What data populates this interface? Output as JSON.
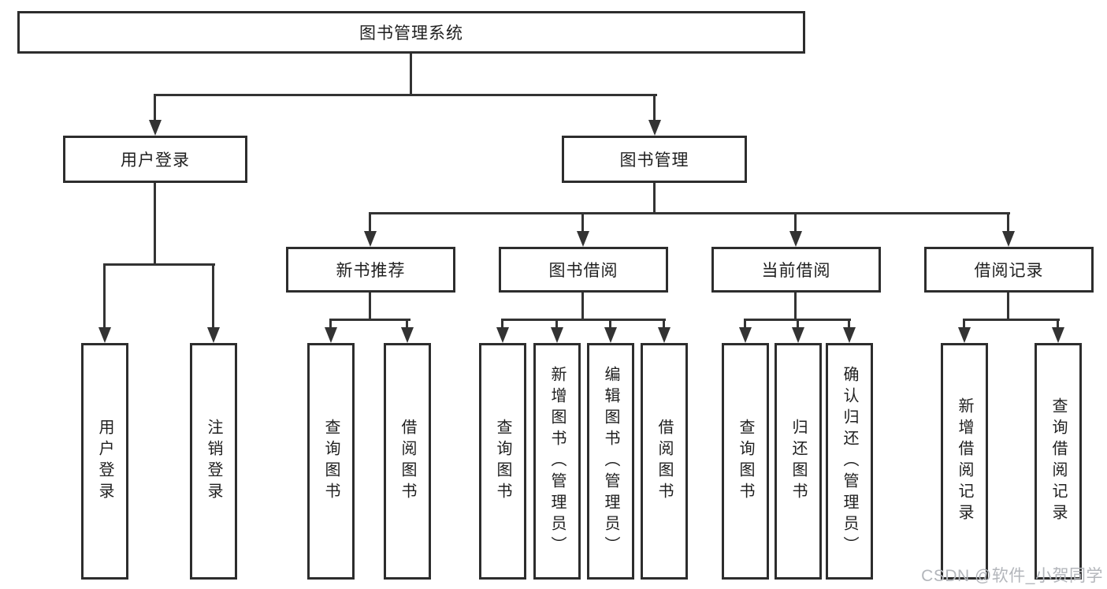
{
  "colors": {
    "line": "#333333",
    "border": "#2d2d2d",
    "text": "#1f1f1f",
    "bg": "#ffffff",
    "watermark": "#b3b6bb"
  },
  "watermark": {
    "text": "CSDN @软件_小贺同学"
  },
  "tree": {
    "label": "图书管理系统",
    "children": [
      {
        "label": "用户登录",
        "children": [
          {
            "label": "用户登录"
          },
          {
            "label": "注销登录"
          }
        ]
      },
      {
        "label": "图书管理",
        "children": [
          {
            "label": "新书推荐",
            "children": [
              {
                "label": "查询图书"
              },
              {
                "label": "借阅图书"
              }
            ]
          },
          {
            "label": "图书借阅",
            "children": [
              {
                "label": "查询图书"
              },
              {
                "label": "新增图书（管理员）"
              },
              {
                "label": "编辑图书（管理员）"
              },
              {
                "label": "借阅图书"
              }
            ]
          },
          {
            "label": "当前借阅",
            "children": [
              {
                "label": "查询图书"
              },
              {
                "label": "归还图书"
              },
              {
                "label": "确认归还（管理员）"
              }
            ]
          },
          {
            "label": "借阅记录",
            "children": [
              {
                "label": "新增借阅记录"
              },
              {
                "label": "查询借阅记录"
              }
            ]
          }
        ]
      }
    ]
  }
}
